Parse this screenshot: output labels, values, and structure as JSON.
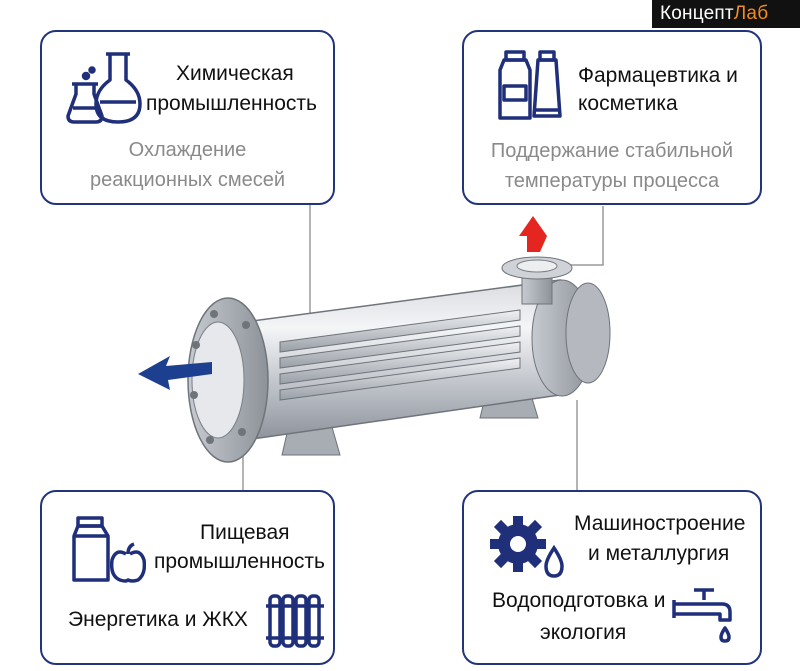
{
  "logo": {
    "part1": "Концепт",
    "part2": "Лаб"
  },
  "cards": {
    "chemical": {
      "title_line1": "Химическая",
      "title_line2": "промышленность",
      "desc_line1": "Охлаждение",
      "desc_line2": "реакционных смесей",
      "icon": "lab-flasks-icon"
    },
    "pharma": {
      "title_line1": "Фармацевтика и",
      "title_line2": "косметика",
      "desc_line1": "Поддержание стабильной",
      "desc_line2": "температуры процесса",
      "icon": "medicine-bottle-icon"
    },
    "food": {
      "title_line1": "Пищевая",
      "title_line2": "промышленность",
      "extra": "Энергетика и ЖКХ",
      "icons": [
        "milk-carton-apple-icon",
        "radiator-icon"
      ]
    },
    "machinery": {
      "title_line1": "Машиностроение",
      "title_line2": "и металлургия",
      "extra_line1": "Водоподготовка и",
      "extra_line2": "экология",
      "icons": [
        "gear-drop-icon",
        "water-tap-icon"
      ]
    }
  },
  "colors": {
    "card_border": "#22347a",
    "icon": "#1f2f7a",
    "arrow_out": "#1d3f8f",
    "arrow_up": "#e52620",
    "logo_accent": "#f28c1a"
  }
}
